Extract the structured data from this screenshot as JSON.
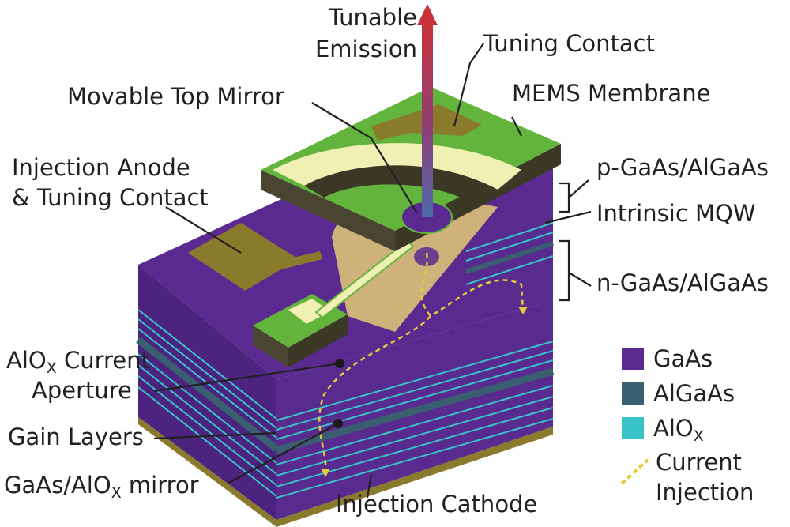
{
  "labels": {
    "tunable_emission": [
      "Tunable",
      "Emission"
    ],
    "tuning_contact": "Tuning Contact",
    "mems_membrane": "MEMS Membrane",
    "movable_top_mirror": "Movable Top Mirror",
    "injection_anode": [
      "Injection Anode",
      "& Tuning Contact"
    ],
    "p_layers": "p-GaAs/AlGaAs",
    "intrinsic_mqw": "Intrinsic MQW",
    "n_layers": "n-GaAs/AlGaAs",
    "aperture": {
      "prefix": "AlO",
      "sub": "X",
      "suffix": " Current",
      "line2": "Aperture"
    },
    "gain_layers": "Gain Layers",
    "mirror": {
      "prefix": "GaAs/AlO",
      "sub": "X",
      "suffix": " mirror"
    },
    "injection_cathode": "Injection Cathode"
  },
  "legend": {
    "gaas": "GaAs",
    "algaas": "AlGaAs",
    "alox": {
      "prefix": "AlO",
      "sub": "X"
    },
    "current": [
      "Current",
      "Injection"
    ]
  },
  "colors": {
    "gaas": "#5b2a91",
    "algaas": "#3a5f70",
    "alox": "#38c4c8",
    "membrane_green": "#62b43c",
    "contact_gold": "#8a7a2c",
    "pale_contact": "#f0efb4",
    "tan": "#cfb27a",
    "current_dash": "#e8c93a",
    "emission_red": "#b5303a"
  }
}
